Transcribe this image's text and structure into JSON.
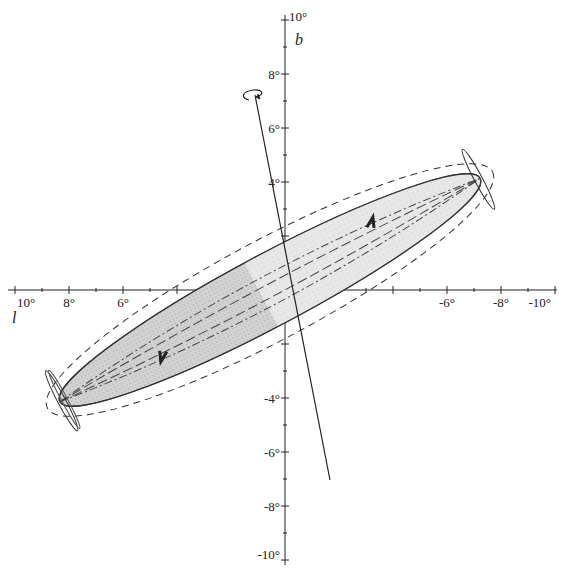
{
  "diagram": {
    "labels": [
      "10°",
      "8°",
      "6°",
      "-6°",
      "-8°",
      "-10°",
      "l",
      "10°",
      "b",
      "8°",
      "6°",
      "4°",
      "-4°",
      "-6°",
      "-8°",
      "-10°"
    ]
  }
}
